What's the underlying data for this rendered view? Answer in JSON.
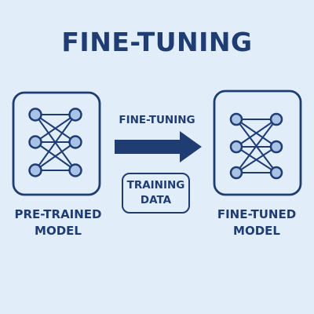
{
  "diagram": {
    "title": "FINE-TUNING",
    "arrow_label": "FINE-TUNING",
    "data_box_label": "TRAINING\nDATA",
    "left_model_label": "PRE-TRAINED\nMODEL",
    "right_model_label": "FINE-TUNED\nMODEL"
  },
  "colors": {
    "background": "#e1eefa",
    "ink": "#1f3c73",
    "node_fill": "#a9c3e6"
  },
  "icons": {
    "left_model": "neural-network-icon",
    "right_model": "neural-network-icon",
    "arrow": "right-arrow-icon"
  }
}
